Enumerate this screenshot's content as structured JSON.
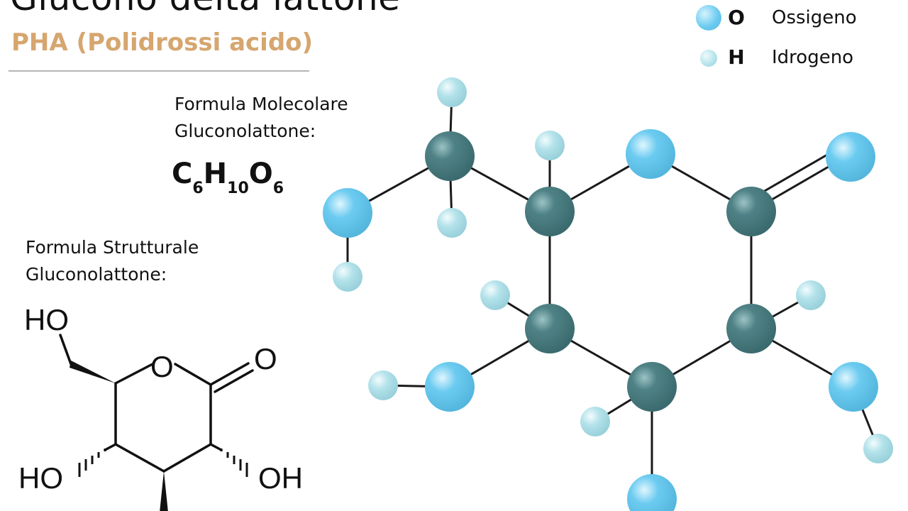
{
  "header": {
    "title": "Glucono delta lattone",
    "subtitle": "PHA (Polidrossi acido)"
  },
  "legend": {
    "items": [
      {
        "symbol": "O",
        "name": "Ossigeno",
        "color": "#6ccbf0"
      },
      {
        "symbol": "H",
        "name": "Idrogeno",
        "color": "#b3e2ea"
      }
    ]
  },
  "molecular": {
    "label_line1": "Formula Molecolare",
    "label_line2": "Gluconolattone:",
    "formula": [
      {
        "el": "C",
        "n": "6"
      },
      {
        "el": "H",
        "n": "10"
      },
      {
        "el": "O",
        "n": "6"
      }
    ]
  },
  "structural": {
    "label_line1": "Formula Strutturale",
    "label_line2": "Gluconolattone:",
    "labels": {
      "ho_top": "HO",
      "o_ring": "O",
      "o_carbonyl": "O",
      "ho_left": "HO",
      "oh_right": "OH"
    }
  },
  "colors": {
    "carbon": "#4f8286",
    "oxygen": "#6ccbf0",
    "hydrogen": "#b3e2ea",
    "subtitle": "#d6a66f"
  }
}
